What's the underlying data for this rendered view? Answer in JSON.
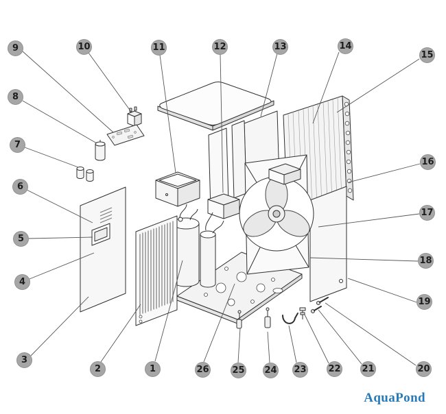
{
  "callouts": [
    {
      "label": "1"
    },
    {
      "label": "2"
    },
    {
      "label": "3"
    },
    {
      "label": "4"
    },
    {
      "label": "5"
    },
    {
      "label": "6"
    },
    {
      "label": "7"
    },
    {
      "label": "8"
    },
    {
      "label": "9"
    },
    {
      "label": "10"
    },
    {
      "label": "11"
    },
    {
      "label": "12"
    },
    {
      "label": "13"
    },
    {
      "label": "14"
    },
    {
      "label": "15"
    },
    {
      "label": "16"
    },
    {
      "label": "17"
    },
    {
      "label": "18"
    },
    {
      "label": "19"
    },
    {
      "label": "20"
    },
    {
      "label": "21"
    },
    {
      "label": "22"
    },
    {
      "label": "23"
    },
    {
      "label": "24"
    },
    {
      "label": "25"
    },
    {
      "label": "26"
    }
  ],
  "logo": {
    "text": "AquaPond"
  },
  "colors": {
    "callout_fill": "#a6a6a6",
    "callout_text": "#1d1d1d",
    "leader_line": "#555555",
    "drawing_stroke": "#2f2f2f",
    "logo_blue": "#2779b8",
    "background": "#ffffff"
  }
}
